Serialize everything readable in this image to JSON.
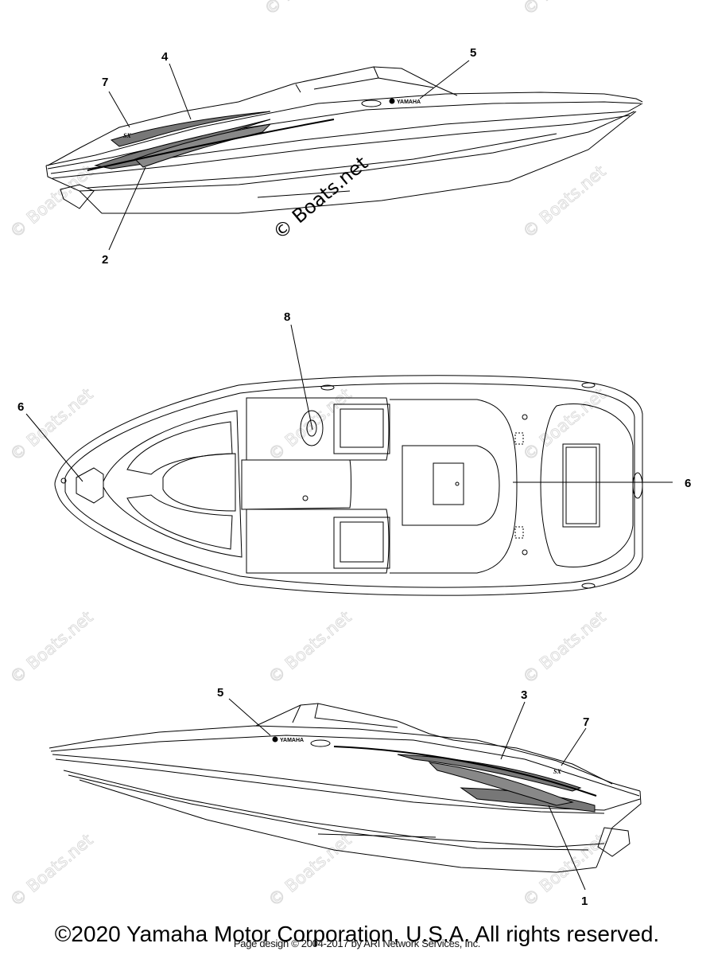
{
  "callouts": {
    "top": [
      "7",
      "4",
      "5",
      "2"
    ],
    "deck": [
      "8",
      "6",
      "6"
    ],
    "bottom": [
      "5",
      "3",
      "7",
      "1"
    ]
  },
  "decals": {
    "brand": "YAMAHA",
    "model": "SX"
  },
  "watermark": {
    "text": "© Boats.net",
    "color": "#d9d9d9"
  },
  "footer": {
    "copyright": "©2020 Yamaha Motor Corporation, U.S.A. All rights reserved.",
    "credit": "Page design © 2004-2017 by ARI Network Services, Inc."
  }
}
